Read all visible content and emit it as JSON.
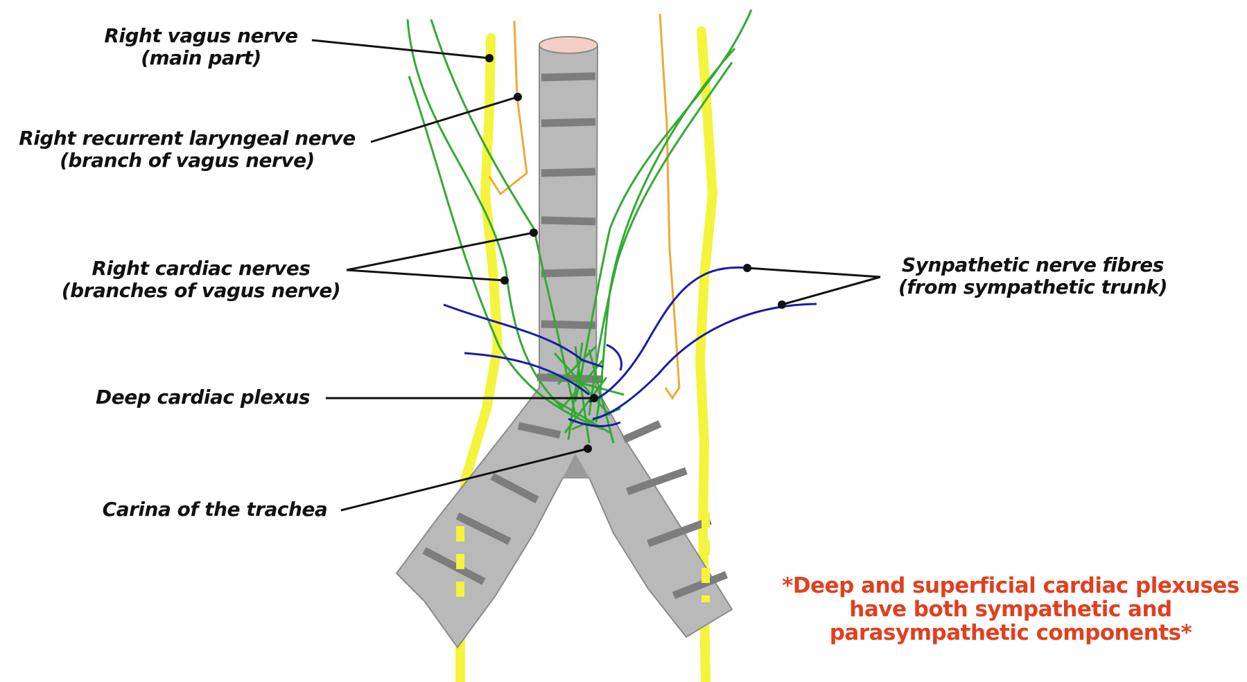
{
  "labels": {
    "right_vagus": {
      "line1": "Right vagus nerve",
      "line2": "(main part)"
    },
    "right_recurrent": {
      "line1": "Right recurrent laryngeal nerve",
      "line2": "(branch of vagus nerve)"
    },
    "right_cardiac": {
      "line1": "Right cardiac nerves",
      "line2": "(branches of vagus nerve)"
    },
    "deep_plexus": {
      "line1": "Deep cardiac plexus"
    },
    "carina": {
      "line1": "Carina of the trachea"
    },
    "sympathetic": {
      "line1": "Synpathetic nerve fibres",
      "line2": "(from sympathetic trunk)"
    }
  },
  "note": {
    "line1": "*Deep and superficial cardiac plexuses",
    "line2": "have both sympathetic and",
    "line3": "parasympathetic components*"
  },
  "colors": {
    "trachea": "#b9b9b9",
    "ring": "#7d7d7d",
    "lumen": "#f3cfc6",
    "vagus": "#f4f43c",
    "recurrent": "#eeaa33",
    "cardiac": "#33aa33",
    "sympathetic": "#1a1aaa",
    "leader": "#111111",
    "note": "#e0401f"
  }
}
